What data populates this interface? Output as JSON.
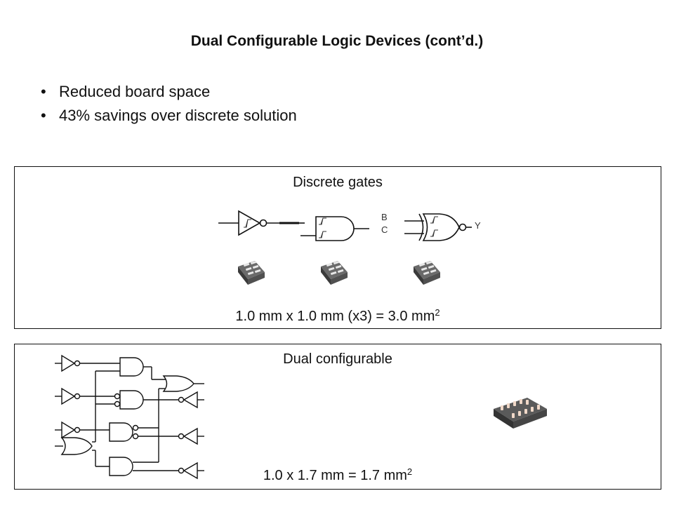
{
  "slide": {
    "title": "Dual Configurable Logic Devices (cont’d.)",
    "bullets": [
      {
        "marker": "•",
        "text": "Reduced board space"
      },
      {
        "marker": "•",
        "text": "43% savings over discrete solution"
      }
    ]
  },
  "discrete_panel": {
    "label": "Discrete gates",
    "caption_main": "1.0 mm x 1.0 mm  (x3)  =  3.0 mm",
    "caption_sup": "2",
    "xor_inputs": [
      "B",
      "C"
    ],
    "xor_output": "Y",
    "chip_count": 3,
    "chip_icon": "6-pin-package-icon"
  },
  "dual_panel": {
    "label": "Dual configurable",
    "caption_main": "1.0 x 1.7 mm   =   1.7 mm",
    "caption_sup": "2",
    "chip_icon": "10-pin-package-icon"
  },
  "colors": {
    "text": "#111111",
    "border": "#111111",
    "chip_body": "#4a4a4a",
    "chip_pad": "#e8e8e8",
    "chip_pad_warm": "#f0d8c8"
  }
}
